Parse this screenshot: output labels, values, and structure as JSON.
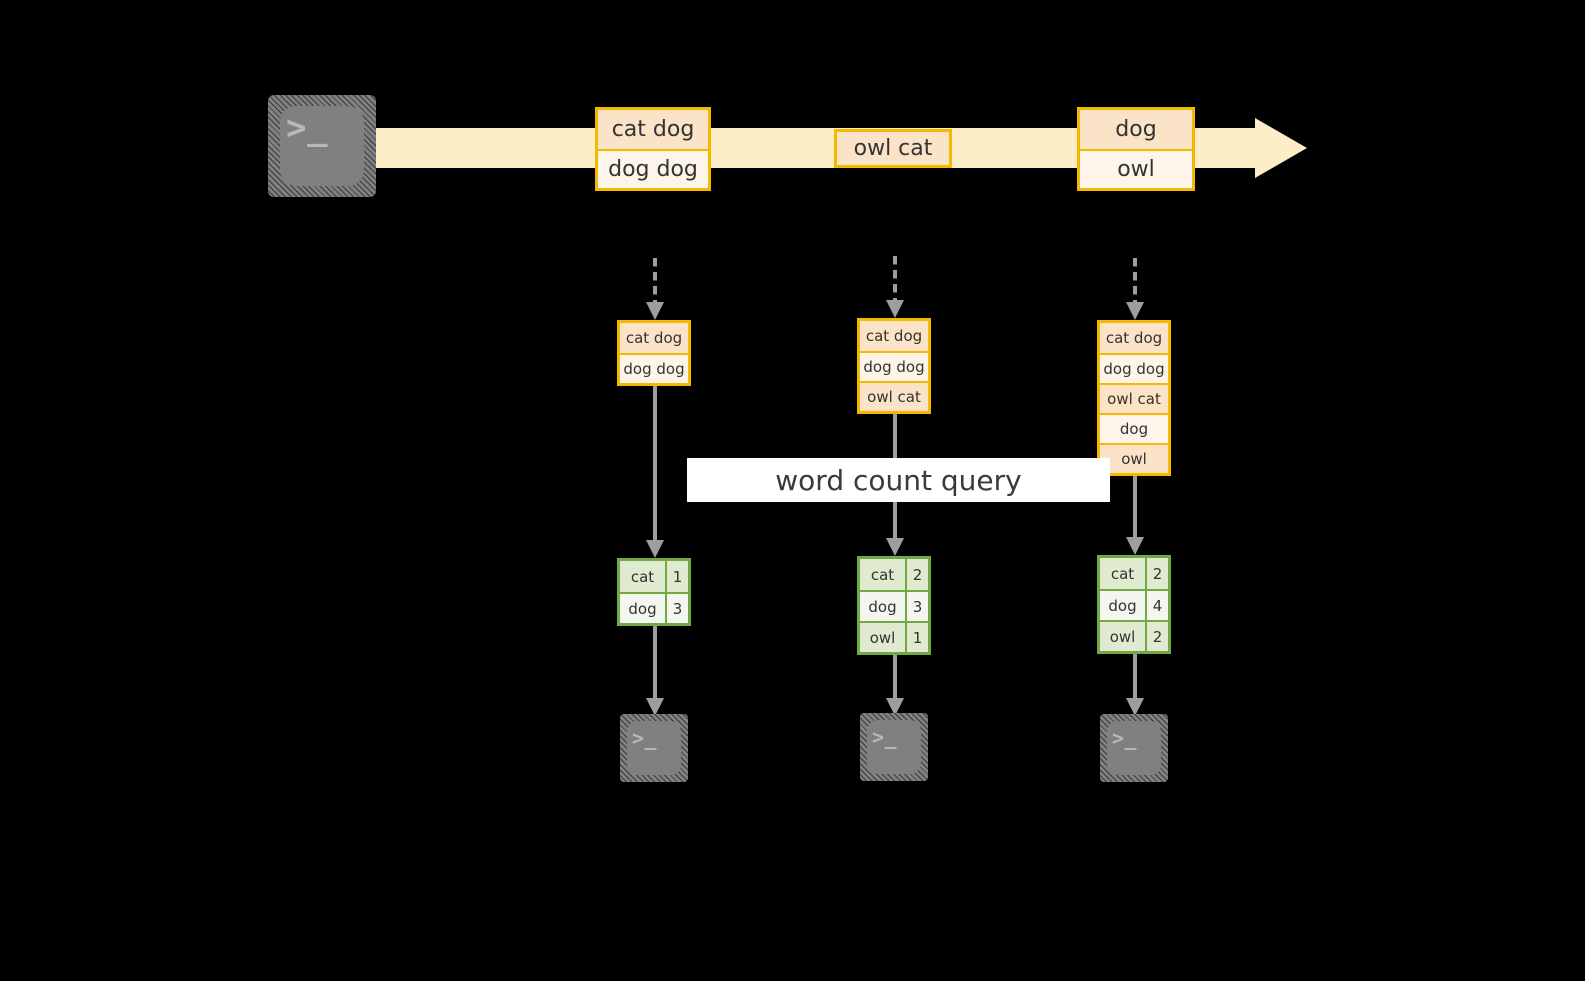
{
  "diagram": {
    "title": "word count query",
    "colors": {
      "background": "#000000",
      "stream_fill": "#fdeec8",
      "event_border": "#f5b800",
      "event_fill_dark": "#fbe3c7",
      "event_fill_light": "#fdf4ea",
      "result_border": "#71a945",
      "result_fill_dark": "#dfeacf",
      "result_fill_light": "#f3f7ef",
      "connector": "#9e9e9e",
      "terminal_fill": "#808080",
      "banner_fill": "#ffffff"
    }
  },
  "source": {
    "icon": "terminal-icon",
    "prompt": ">_"
  },
  "stream": {
    "arrow_direction": "right",
    "groups": [
      {
        "id": "group-1",
        "events": [
          {
            "text": "cat dog",
            "shade": "dark"
          },
          {
            "text": "dog dog",
            "shade": "light"
          }
        ]
      },
      {
        "id": "group-2",
        "events": [
          {
            "text": "owl cat",
            "shade": "dark"
          }
        ]
      },
      {
        "id": "group-3",
        "events": [
          {
            "text": "dog",
            "shade": "dark"
          },
          {
            "text": "owl",
            "shade": "light"
          }
        ]
      }
    ]
  },
  "snapshots": [
    {
      "id": "snapshot-1",
      "events": [
        {
          "text": "cat dog",
          "shade": "dark"
        },
        {
          "text": "dog dog",
          "shade": "light"
        }
      ],
      "result": {
        "rows": [
          {
            "key": "cat",
            "value": "1",
            "shade": "dark"
          },
          {
            "key": "dog",
            "value": "3",
            "shade": "light"
          }
        ]
      },
      "sink": {
        "icon": "terminal-icon",
        "prompt": ">_"
      }
    },
    {
      "id": "snapshot-2",
      "events": [
        {
          "text": "cat dog",
          "shade": "dark"
        },
        {
          "text": "dog dog",
          "shade": "light"
        },
        {
          "text": "owl cat",
          "shade": "dark"
        }
      ],
      "result": {
        "rows": [
          {
            "key": "cat",
            "value": "2",
            "shade": "dark"
          },
          {
            "key": "dog",
            "value": "3",
            "shade": "light"
          },
          {
            "key": "owl",
            "value": "1",
            "shade": "dark"
          }
        ]
      },
      "sink": {
        "icon": "terminal-icon",
        "prompt": ">_"
      }
    },
    {
      "id": "snapshot-3",
      "events": [
        {
          "text": "cat dog",
          "shade": "dark"
        },
        {
          "text": "dog dog",
          "shade": "light"
        },
        {
          "text": "owl cat",
          "shade": "dark"
        },
        {
          "text": "dog",
          "shade": "light"
        },
        {
          "text": "owl",
          "shade": "dark"
        }
      ],
      "result": {
        "rows": [
          {
            "key": "cat",
            "value": "2",
            "shade": "dark"
          },
          {
            "key": "dog",
            "value": "4",
            "shade": "light"
          },
          {
            "key": "owl",
            "value": "2",
            "shade": "dark"
          }
        ]
      },
      "sink": {
        "icon": "terminal-icon",
        "prompt": ">_"
      }
    }
  ]
}
